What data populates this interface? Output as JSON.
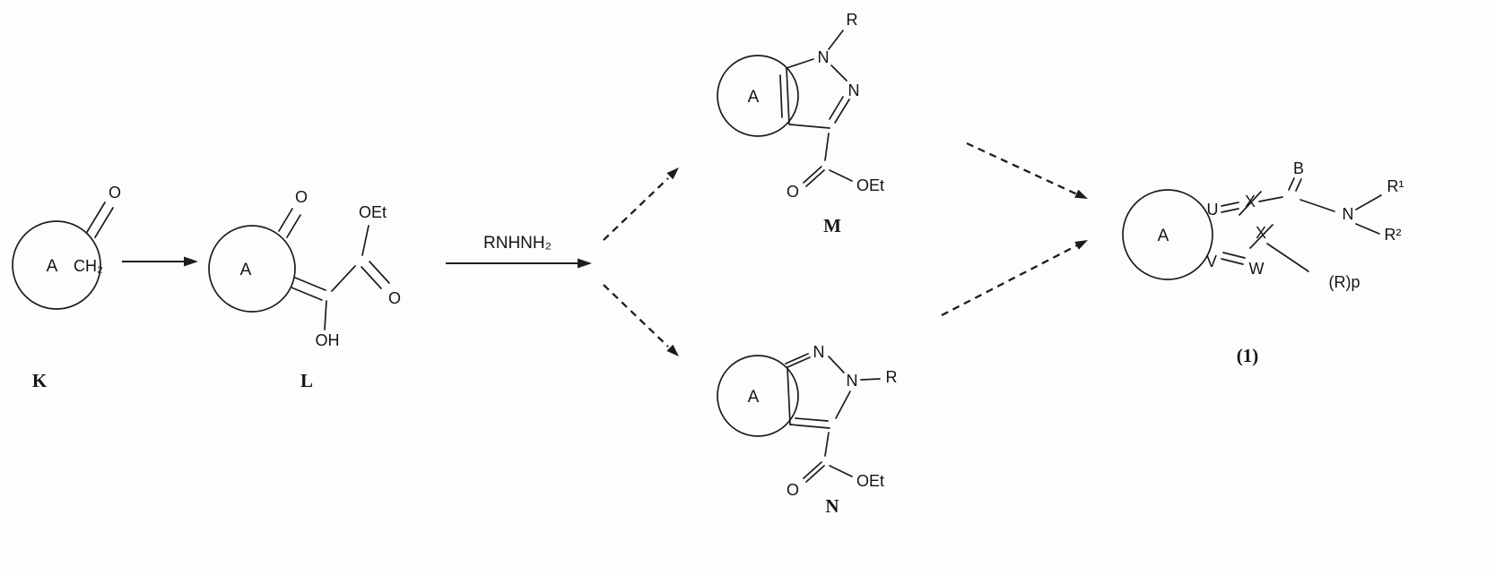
{
  "scheme": {
    "compound_K": {
      "ring": "A",
      "ketone_O": "O",
      "methylene": "CH₂",
      "label": "K"
    },
    "compound_L": {
      "ring": "A",
      "ketone_O": "O",
      "ester_OEt": "OEt",
      "ester_O": "O",
      "hydroxyl": "OH",
      "label": "L"
    },
    "reagent": {
      "text": "RNHNH₂"
    },
    "compound_M": {
      "ring": "A",
      "n1": "N",
      "n2": "N",
      "r": "R",
      "ester_O": "O",
      "ester_OEt": "OEt",
      "label": "M"
    },
    "compound_N": {
      "ring": "A",
      "n1": "N",
      "n2": "N",
      "r": "R",
      "ester_O": "O",
      "ester_OEt": "OEt",
      "label": "N"
    },
    "compound_1": {
      "ring": "A",
      "u": "U",
      "v": "V",
      "w": "W",
      "x_top": "X",
      "x_mid": "X",
      "b": "B",
      "n": "N",
      "r1": "R¹",
      "r2": "R²",
      "r_p": "(R)p",
      "label": "(1)"
    },
    "colors": {
      "ink": "#1c1c1c",
      "background": "#fdfdfb"
    }
  }
}
